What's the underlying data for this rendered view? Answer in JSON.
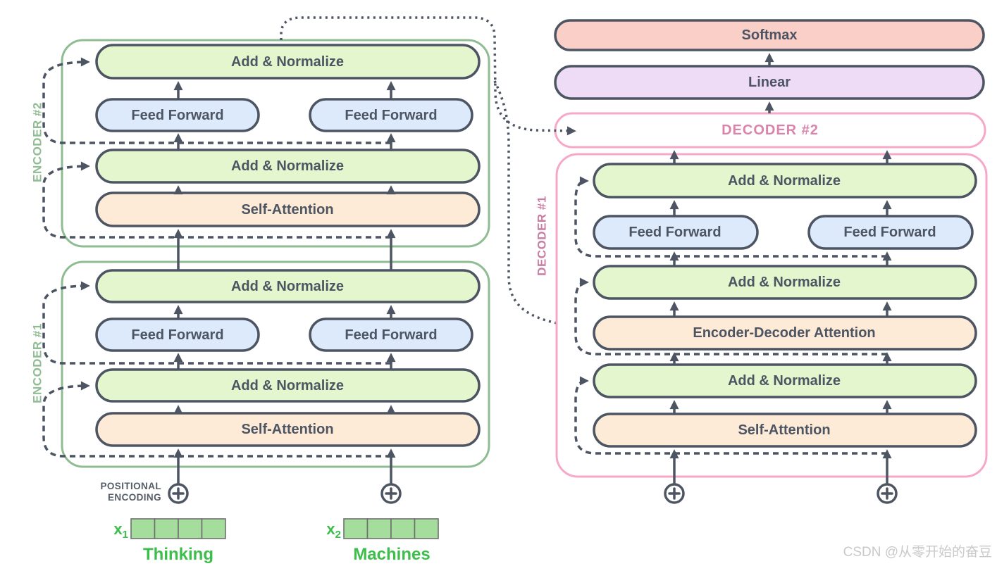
{
  "labels": {
    "add_normalize": "Add & Normalize",
    "feed_forward": "Feed Forward",
    "self_attention": "Self-Attention",
    "encoder_decoder_attention": "Encoder-Decoder Attention",
    "softmax": "Softmax",
    "linear": "Linear",
    "encoder2": "ENCODER #2",
    "encoder1": "ENCODER #1",
    "decoder1": "DECODER #1",
    "decoder2": "DECODER #2"
  },
  "inputs": {
    "positional_encoding_line1": "POSITIONAL",
    "positional_encoding_line2": "ENCODING",
    "x1_base": "x",
    "x1_sub": "1",
    "x2_base": "x",
    "x2_sub": "2",
    "word1": "Thinking",
    "word2": "Machines",
    "vector_cells": 4
  },
  "watermark": {
    "text": "CSDN @从零开始的奋豆"
  },
  "colors": {
    "ink": "#4d5563",
    "encoder_accent_green": "#8fbc93",
    "decoder_accent_pink": "#f7a8c8",
    "decoder2_text_pink": "#d884ad",
    "pill_green": "#e3f6cd",
    "pill_blue": "#dceafb",
    "pill_orange": "#fdebd7",
    "softmax_fill": "#f9cfc8",
    "linear_fill": "#eedcf7",
    "input_text_green": "#3cbf4a",
    "vector_fill": "#a5dd9c",
    "watermark_gray": "#c9c9c9"
  }
}
